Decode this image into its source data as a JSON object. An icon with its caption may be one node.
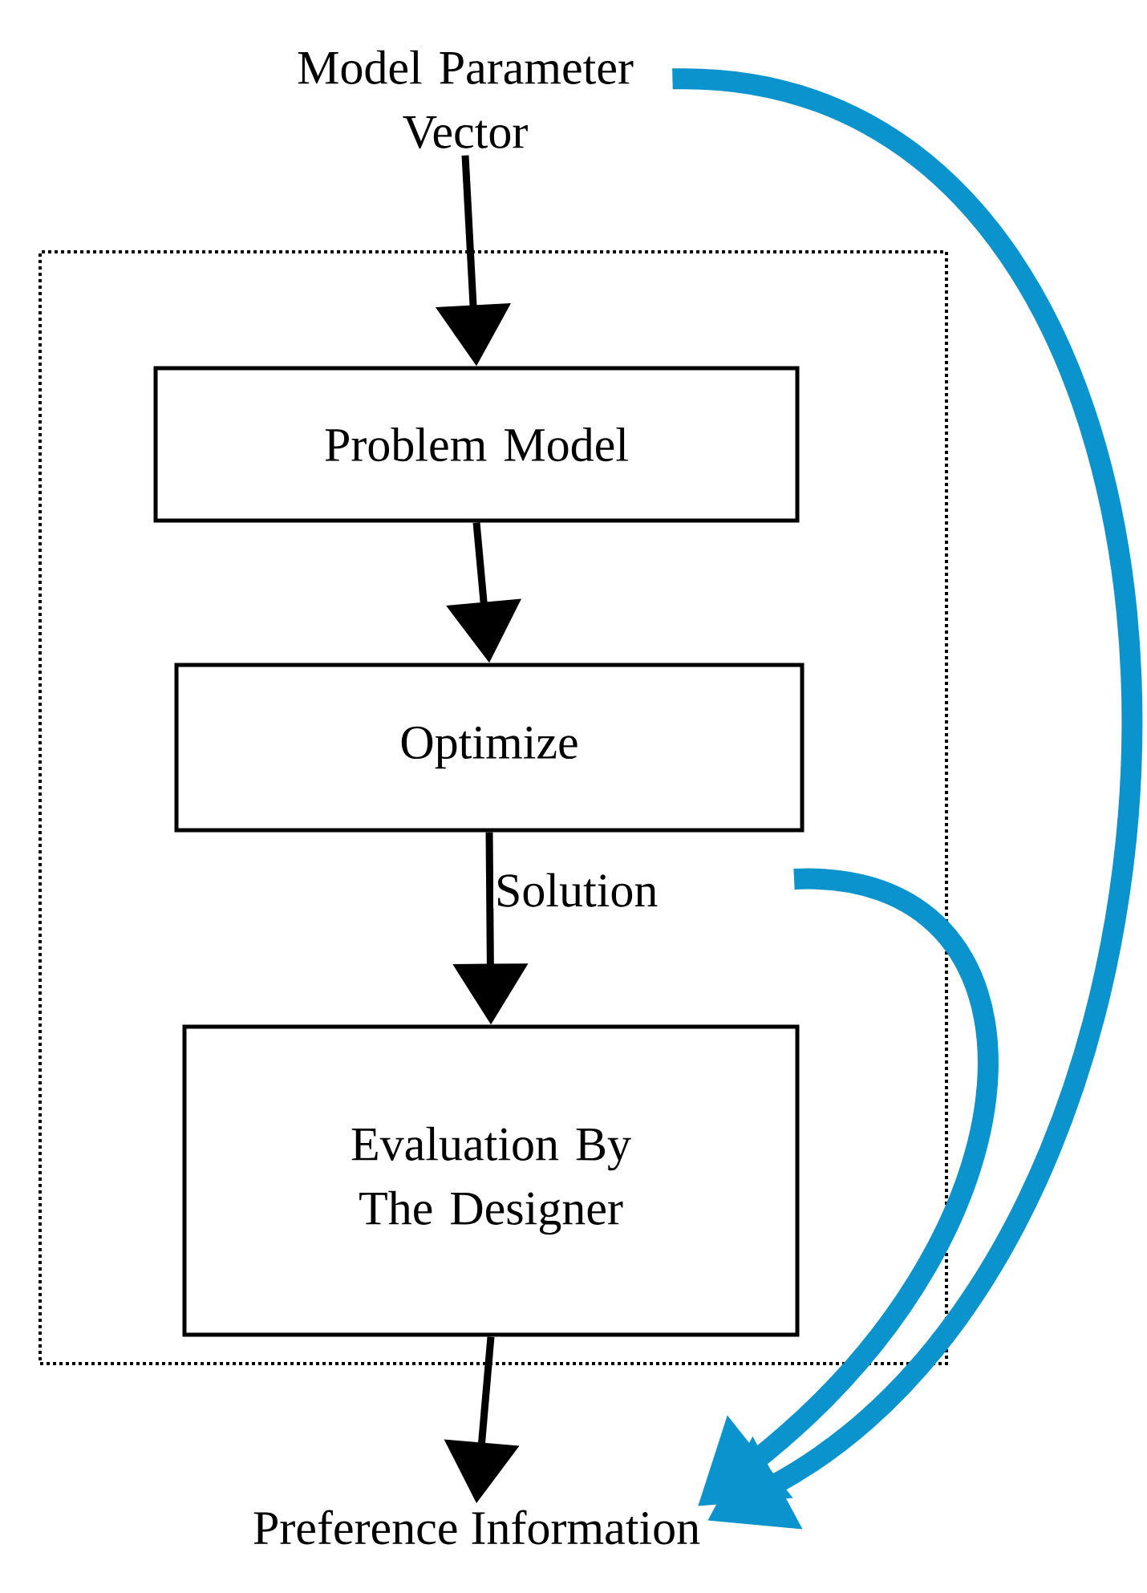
{
  "diagram": {
    "nodes": [
      {
        "text": [
          "Model Parameter Vector"
        ]
      },
      {
        "text": [],
        "shape": "box"
      },
      {
        "text": [
          "Problem Model"
        ],
        "in": 1
      },
      {
        "text": [
          "Optimize"
        ],
        "in": 1
      },
      {
        "text": [
          "Evaluation By The Designer"
        ],
        "in": 1
      },
      {
        "text": [
          "Preference Information"
        ]
      }
    ],
    "edges": [
      {
        "from": 0,
        "to": 2,
        "arrow": "to"
      },
      {
        "from": 2,
        "to": 3,
        "arrow": "to"
      },
      {
        "from": 3,
        "to": 4,
        "arrow": "to",
        "label": "Solution"
      },
      {
        "from": 4,
        "to": 5,
        "arrow": "to"
      },
      {
        "from": 0,
        "to": 5,
        "arrow": "to",
        "style": "thick",
        "color": "#0a93cc"
      },
      {
        "from": null,
        "to": 5,
        "arrow": "to",
        "style": "thick",
        "color": "#0a93cc"
      }
    ]
  }
}
